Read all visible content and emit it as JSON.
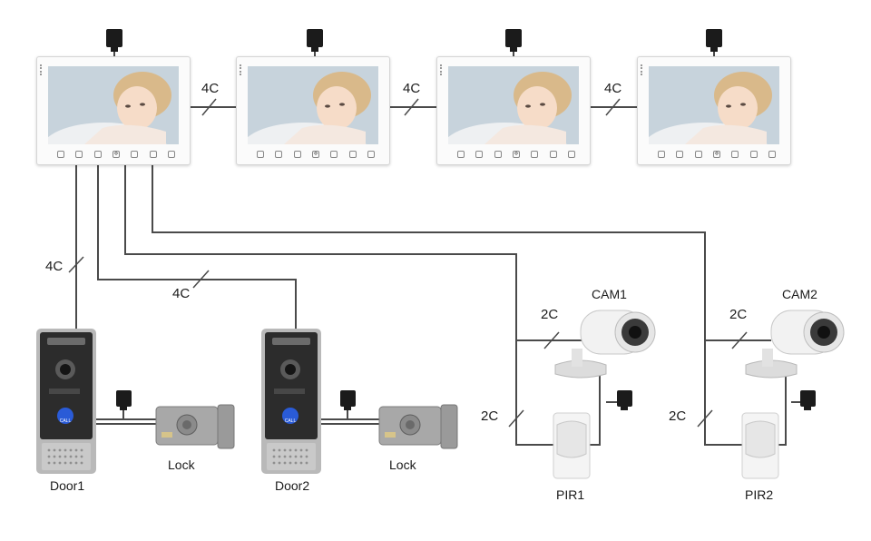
{
  "diagram": {
    "labels": {
      "link_4c_1": "4C",
      "link_4c_2": "4C",
      "link_4c_3": "4C",
      "drop_4c_door1": "4C",
      "drop_4c_door2": "4C",
      "cam1_2c": "2C",
      "cam2_2c": "2C",
      "pir1_2c": "2C",
      "pir2_2c": "2C",
      "cam1": "CAM1",
      "cam2": "CAM2",
      "pir1": "PIR1",
      "pir2": "PIR2",
      "door1": "Door1",
      "door2": "Door2",
      "lock1": "Lock",
      "lock2": "Lock"
    },
    "doorbell_button_text": "CALL",
    "colors": {
      "wire": "#4a4a4a",
      "monitor_body": "#fbfbfb",
      "doorbell_panel": "#2c2c2c",
      "doorbell_frame": "#b9b9b9",
      "call_button": "#2a5bd7",
      "lock_metal": "#a8a8a8",
      "camera_body": "#f2f2f2",
      "pir_body": "#f4f4f4"
    },
    "icons": [
      "power-adapter-icon",
      "monitor-screen-photo",
      "doorbell-camera-icon",
      "electric-lock-icon",
      "bullet-camera-icon",
      "pir-sensor-icon"
    ]
  }
}
